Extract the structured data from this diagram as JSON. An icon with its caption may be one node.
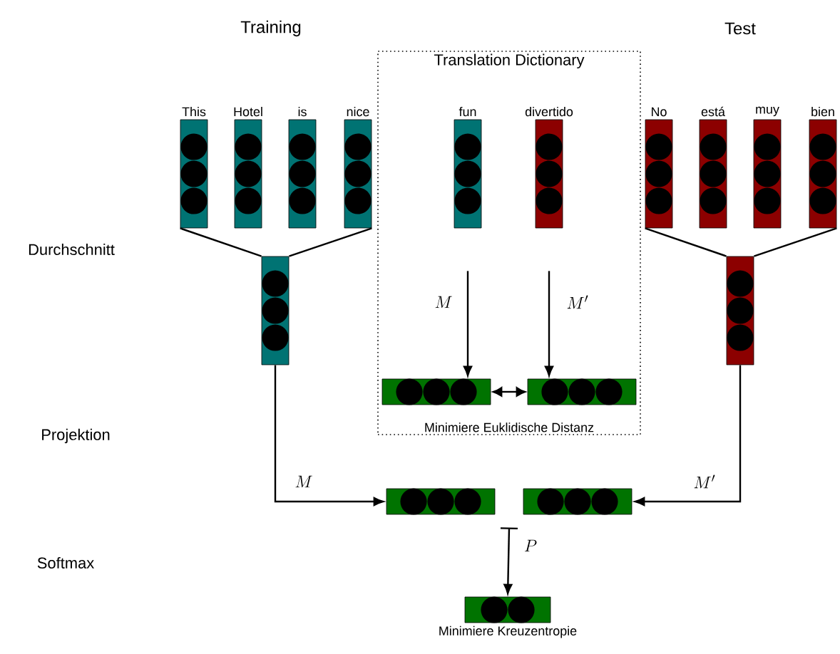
{
  "diagram": {
    "nodes": [
      {
        "text": [
          "Translation Dictionary",
          "Minimiere Euklidische Distanz"
        ]
      },
      {
        "text": [
          "This"
        ]
      },
      {
        "text": [
          "Hotel"
        ]
      },
      {
        "text": [
          "is"
        ]
      },
      {
        "text": [
          "nice"
        ]
      },
      {
        "text": [],
        "shape": "bar"
      },
      {
        "text": [
          "fun"
        ],
        "in": 0
      },
      {
        "text": [
          "divertido"
        ],
        "in": 0
      },
      {
        "text": [],
        "shape": "bar",
        "in": 0
      },
      {
        "text": [],
        "shape": "bar",
        "in": 0
      },
      {
        "text": [
          "No"
        ]
      },
      {
        "text": [
          "está"
        ]
      },
      {
        "text": [
          "muy"
        ]
      },
      {
        "text": [
          "bien"
        ]
      },
      {
        "text": [],
        "shape": "bar"
      },
      {
        "text": [],
        "shape": "bar"
      },
      {
        "text": [],
        "shape": "bar"
      },
      {
        "text": [
          "Minimiere Kreuzentropie"
        ]
      }
    ],
    "edges": [
      {
        "from": 1,
        "to": 5,
        "arrow": "none"
      },
      {
        "from": 4,
        "to": 5,
        "arrow": "none"
      },
      {
        "from": 10,
        "to": 14,
        "arrow": "none"
      },
      {
        "from": 13,
        "to": 14,
        "arrow": "none"
      },
      {
        "from": 6,
        "to": 8,
        "arrow": "to",
        "label": "M"
      },
      {
        "from": 7,
        "to": 9,
        "arrow": "to",
        "label": "M'"
      },
      {
        "from": 8,
        "to": 9,
        "arrow": "both"
      },
      {
        "from": 5,
        "to": 15,
        "arrow": "to",
        "label": "M"
      },
      {
        "from": 14,
        "to": 16,
        "arrow": "to",
        "label": "M'"
      },
      {
        "from": 15,
        "to": 17,
        "arrow": "to",
        "label": "P"
      },
      {
        "from": 16,
        "to": 17,
        "arrow": "to"
      }
    ],
    "labels": [
      "Training",
      "Test",
      "Durchschnitt",
      "Projektion",
      "Softmax"
    ]
  }
}
